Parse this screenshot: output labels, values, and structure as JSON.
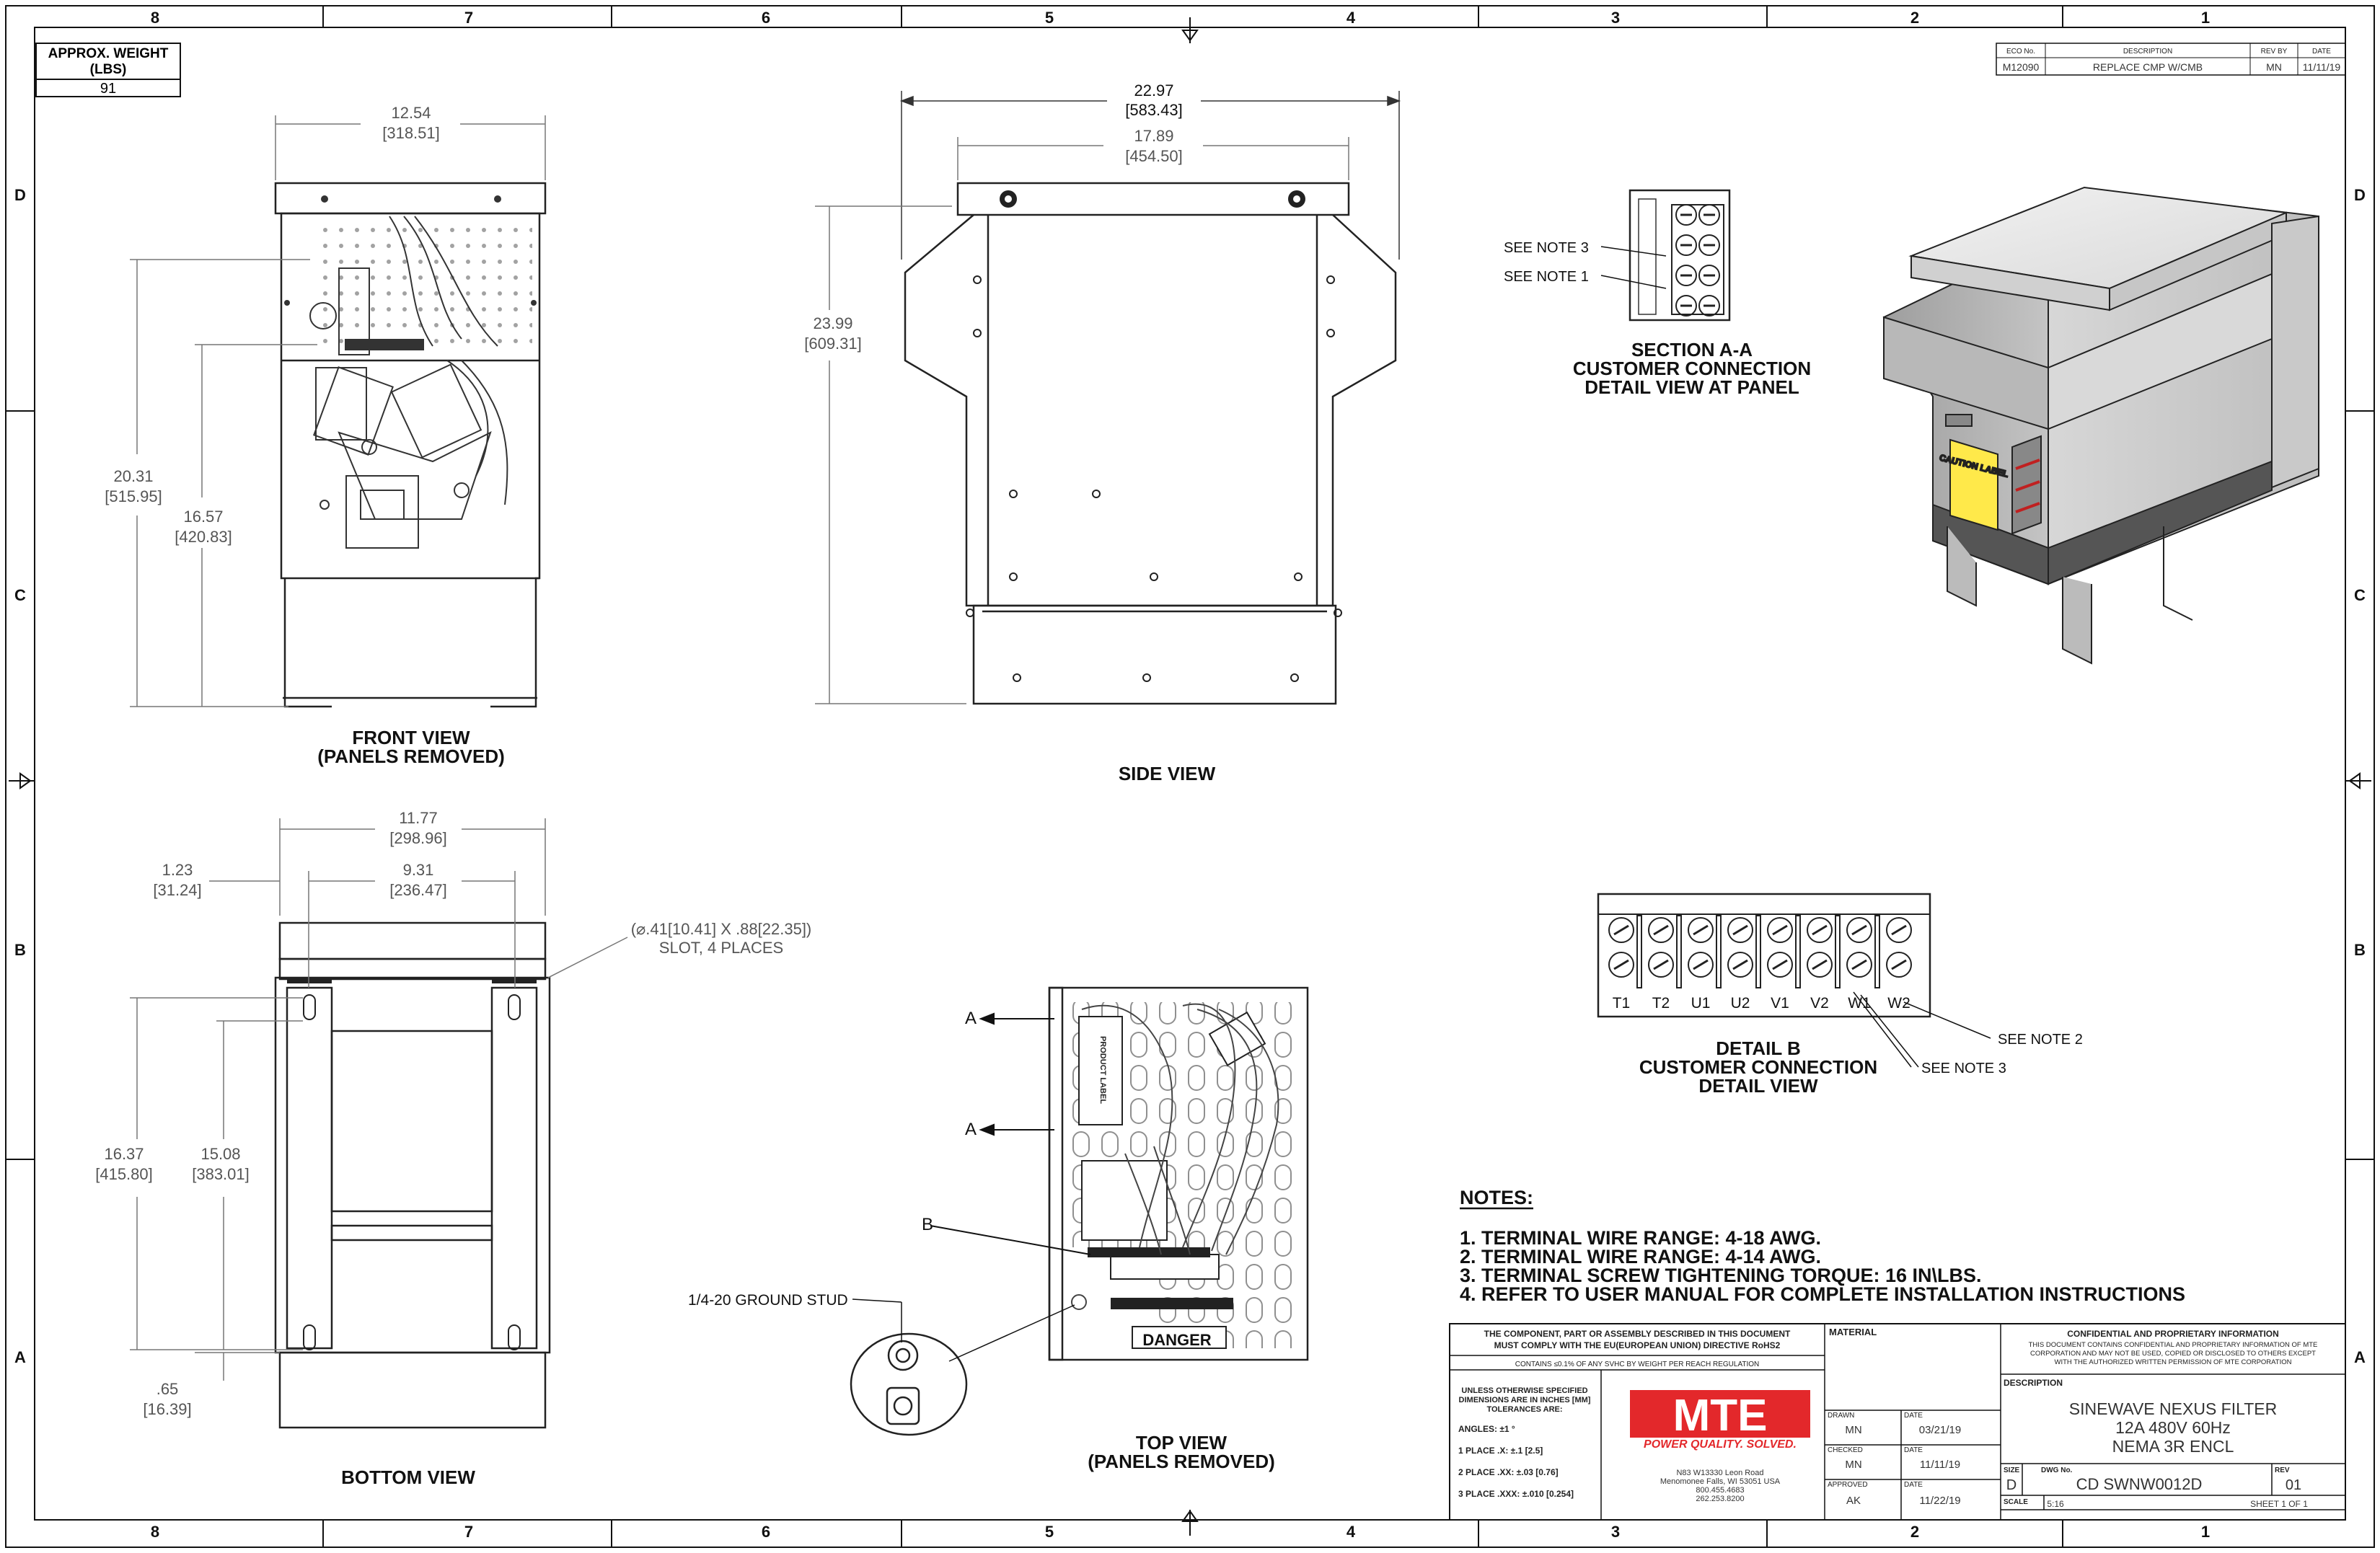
{
  "zones": {
    "columns": [
      "8",
      "7",
      "6",
      "5",
      "4",
      "3",
      "2",
      "1"
    ],
    "rows": [
      "D",
      "C",
      "B",
      "A"
    ]
  },
  "weight": {
    "label": "APPROX. WEIGHT (LBS)",
    "value": "91"
  },
  "revision_block": {
    "headers": [
      "ECO No.",
      "DESCRIPTION",
      "REV BY",
      "DATE"
    ],
    "eco": "M12090",
    "description": "REPLACE CMP W/CMB",
    "rev_by": "MN",
    "date": "11/11/19"
  },
  "front_view": {
    "title": "FRONT VIEW",
    "subtitle": "(PANELS REMOVED)",
    "dims": {
      "width": [
        "12.54",
        "[318.51]"
      ],
      "h_overall": [
        "20.31",
        "[515.95]"
      ],
      "h_inner": [
        "16.57",
        "[420.83]"
      ]
    }
  },
  "side_view": {
    "title": "SIDE VIEW",
    "dims": {
      "w_overall": [
        "22.97",
        "[583.43]"
      ],
      "w_inner": [
        "17.89",
        "[454.50]"
      ],
      "height": [
        "23.99",
        "[609.31]"
      ]
    }
  },
  "bottom_view": {
    "title": "BOTTOM VIEW",
    "dims": {
      "w_outer": [
        "11.77",
        "[298.96]"
      ],
      "w_inner": [
        "9.31",
        "[236.47]"
      ],
      "offset_x": [
        "1.23",
        "[31.24]"
      ],
      "h_outer": [
        "16.37",
        "[415.80]"
      ],
      "h_inner": [
        "15.08",
        "[383.01]"
      ],
      "offset_y": [
        ".65",
        "[16.39]"
      ]
    },
    "slot_callout": [
      "(⌀.41[10.41] X .88[22.35])",
      "SLOT, 4 PLACES"
    ]
  },
  "top_view": {
    "title": "TOP VIEW",
    "subtitle": "(PANELS REMOVED)",
    "section_mark": "A",
    "detail_mark": "B",
    "ground_stud": "1/4-20 GROUND STUD",
    "danger": "DANGER",
    "product_label": "PRODUCT LABEL"
  },
  "section_aa": {
    "title": [
      "SECTION A-A",
      "CUSTOMER CONNECTION",
      "DETAIL VIEW AT PANEL"
    ],
    "callouts": [
      "SEE NOTE 3",
      "SEE NOTE 1"
    ]
  },
  "detail_b": {
    "title": [
      "DETAIL B",
      "CUSTOMER CONNECTION",
      "DETAIL VIEW"
    ],
    "terminals": [
      "T1",
      "T2",
      "U1",
      "U2",
      "V1",
      "V2",
      "W1",
      "W2"
    ],
    "callouts": [
      "SEE NOTE 2",
      "SEE NOTE 3"
    ]
  },
  "iso_view": {
    "warning_label": "CAUTION LABEL"
  },
  "notes": {
    "heading": "NOTES:",
    "items": [
      "1.  TERMINAL WIRE RANGE: 4-18 AWG.",
      "2.  TERMINAL WIRE RANGE: 4-14 AWG.",
      "3.  TERMINAL SCREW TIGHTENING TORQUE: 16 IN\\LBS.",
      "4.  REFER TO USER MANUAL FOR COMPLETE INSTALLATION INSTRUCTIONS"
    ]
  },
  "title_block": {
    "rohs": [
      "THE COMPONENT, PART OR ASSEMBLY DESCRIBED IN THIS DOCUMENT",
      "MUST COMPLY WITH THE EU(EUROPEAN UNION) DIRECTIVE RoHS2"
    ],
    "svhc": "CONTAINS ≤0.1% OF ANY SVHC BY WEIGHT PER REACH REGULATION",
    "tolerance_head": [
      "UNLESS OTHERWISE SPECIFIED",
      "DIMENSIONS ARE IN INCHES [MM]",
      "TOLERANCES ARE:"
    ],
    "angles": "ANGLES: ±1 °",
    "tol1": "1 PLACE .X: ±.1 [2.5]",
    "tol2": "2 PLACE .XX: ±.03 [0.76]",
    "tol3": "3 PLACE .XXX: ±.010 [0.254]",
    "material_label": "MATERIAL",
    "logo": "MTE",
    "slogan": "POWER QUALITY. SOLVED.",
    "address": [
      "N83 W13330 Leon Road",
      "Menomonee Falls, WI 53051 USA",
      "800.455.4683",
      "262.253.8200"
    ],
    "drawn_label": "DRAWN",
    "drawn_by": "MN",
    "drawn_date": "03/21/19",
    "checked_label": "CHECKED",
    "checked_by": "MN",
    "checked_date": "11/11/19",
    "approved_label": "APPROVED",
    "approved_by": "AK",
    "approved_date": "11/22/19",
    "date_label": "DATE",
    "confidential_title": "CONFIDENTIAL AND PROPRIETARY INFORMATION",
    "confidential_text": [
      "THIS DOCUMENT CONTAINS CONFIDENTIAL AND PROPRIETARY INFORMATION OF MTE",
      "CORPORATION AND MAY NOT BE USED, COPIED OR DISCLOSED TO OTHERS EXCEPT",
      "WITH THE AUTHORIZED WRITTEN PERMISSION OF MTE CORPORATION"
    ],
    "description_label": "DESCRIPTION",
    "description": [
      "SINEWAVE NEXUS FILTER",
      "12A 480V 60Hz",
      "NEMA 3R ENCL"
    ],
    "size_label": "SIZE",
    "size": "D",
    "dwg_label": "DWG No.",
    "dwg_no": "CD SWNW0012D",
    "rev_label": "REV",
    "rev": "01",
    "scale_label": "SCALE",
    "scale": "5:16",
    "sheet": "SHEET 1  OF 1"
  },
  "colors": {
    "logo_red": "#e3282b",
    "line": "#111111",
    "dim": "#666666",
    "label_yellow": "#ffe94a",
    "panel_grey": "#cfcfcf"
  }
}
